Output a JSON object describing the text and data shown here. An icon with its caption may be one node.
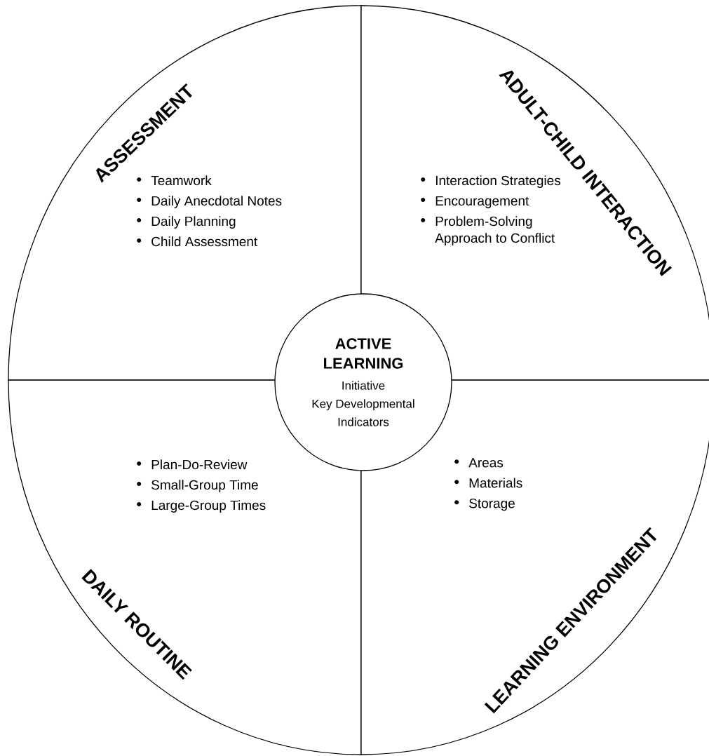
{
  "diagram": {
    "nodes": [
      {
        "text": [
          "ASSESSMENT",
          "Teamwork",
          "Daily Anecdotal Notes",
          "Daily Planning",
          "Child Assessment"
        ]
      },
      {
        "text": [
          "ADULT-CHILD INTERACTION",
          "Interaction Strategies",
          "Encouragement",
          "Problem-Solving Approach to Conflict"
        ]
      },
      {
        "text": [
          "DAILY ROUTINE",
          "Plan-Do-Review",
          "Small-Group Time",
          "Large-Group Times"
        ]
      },
      {
        "text": [
          "LEARNING ENVIRONMENT",
          "Areas",
          "Materials",
          "Storage"
        ]
      },
      {
        "text": [
          "ACTIVE LEARNING",
          "Initiative",
          "Key Developmental Indicators"
        ]
      }
    ]
  }
}
